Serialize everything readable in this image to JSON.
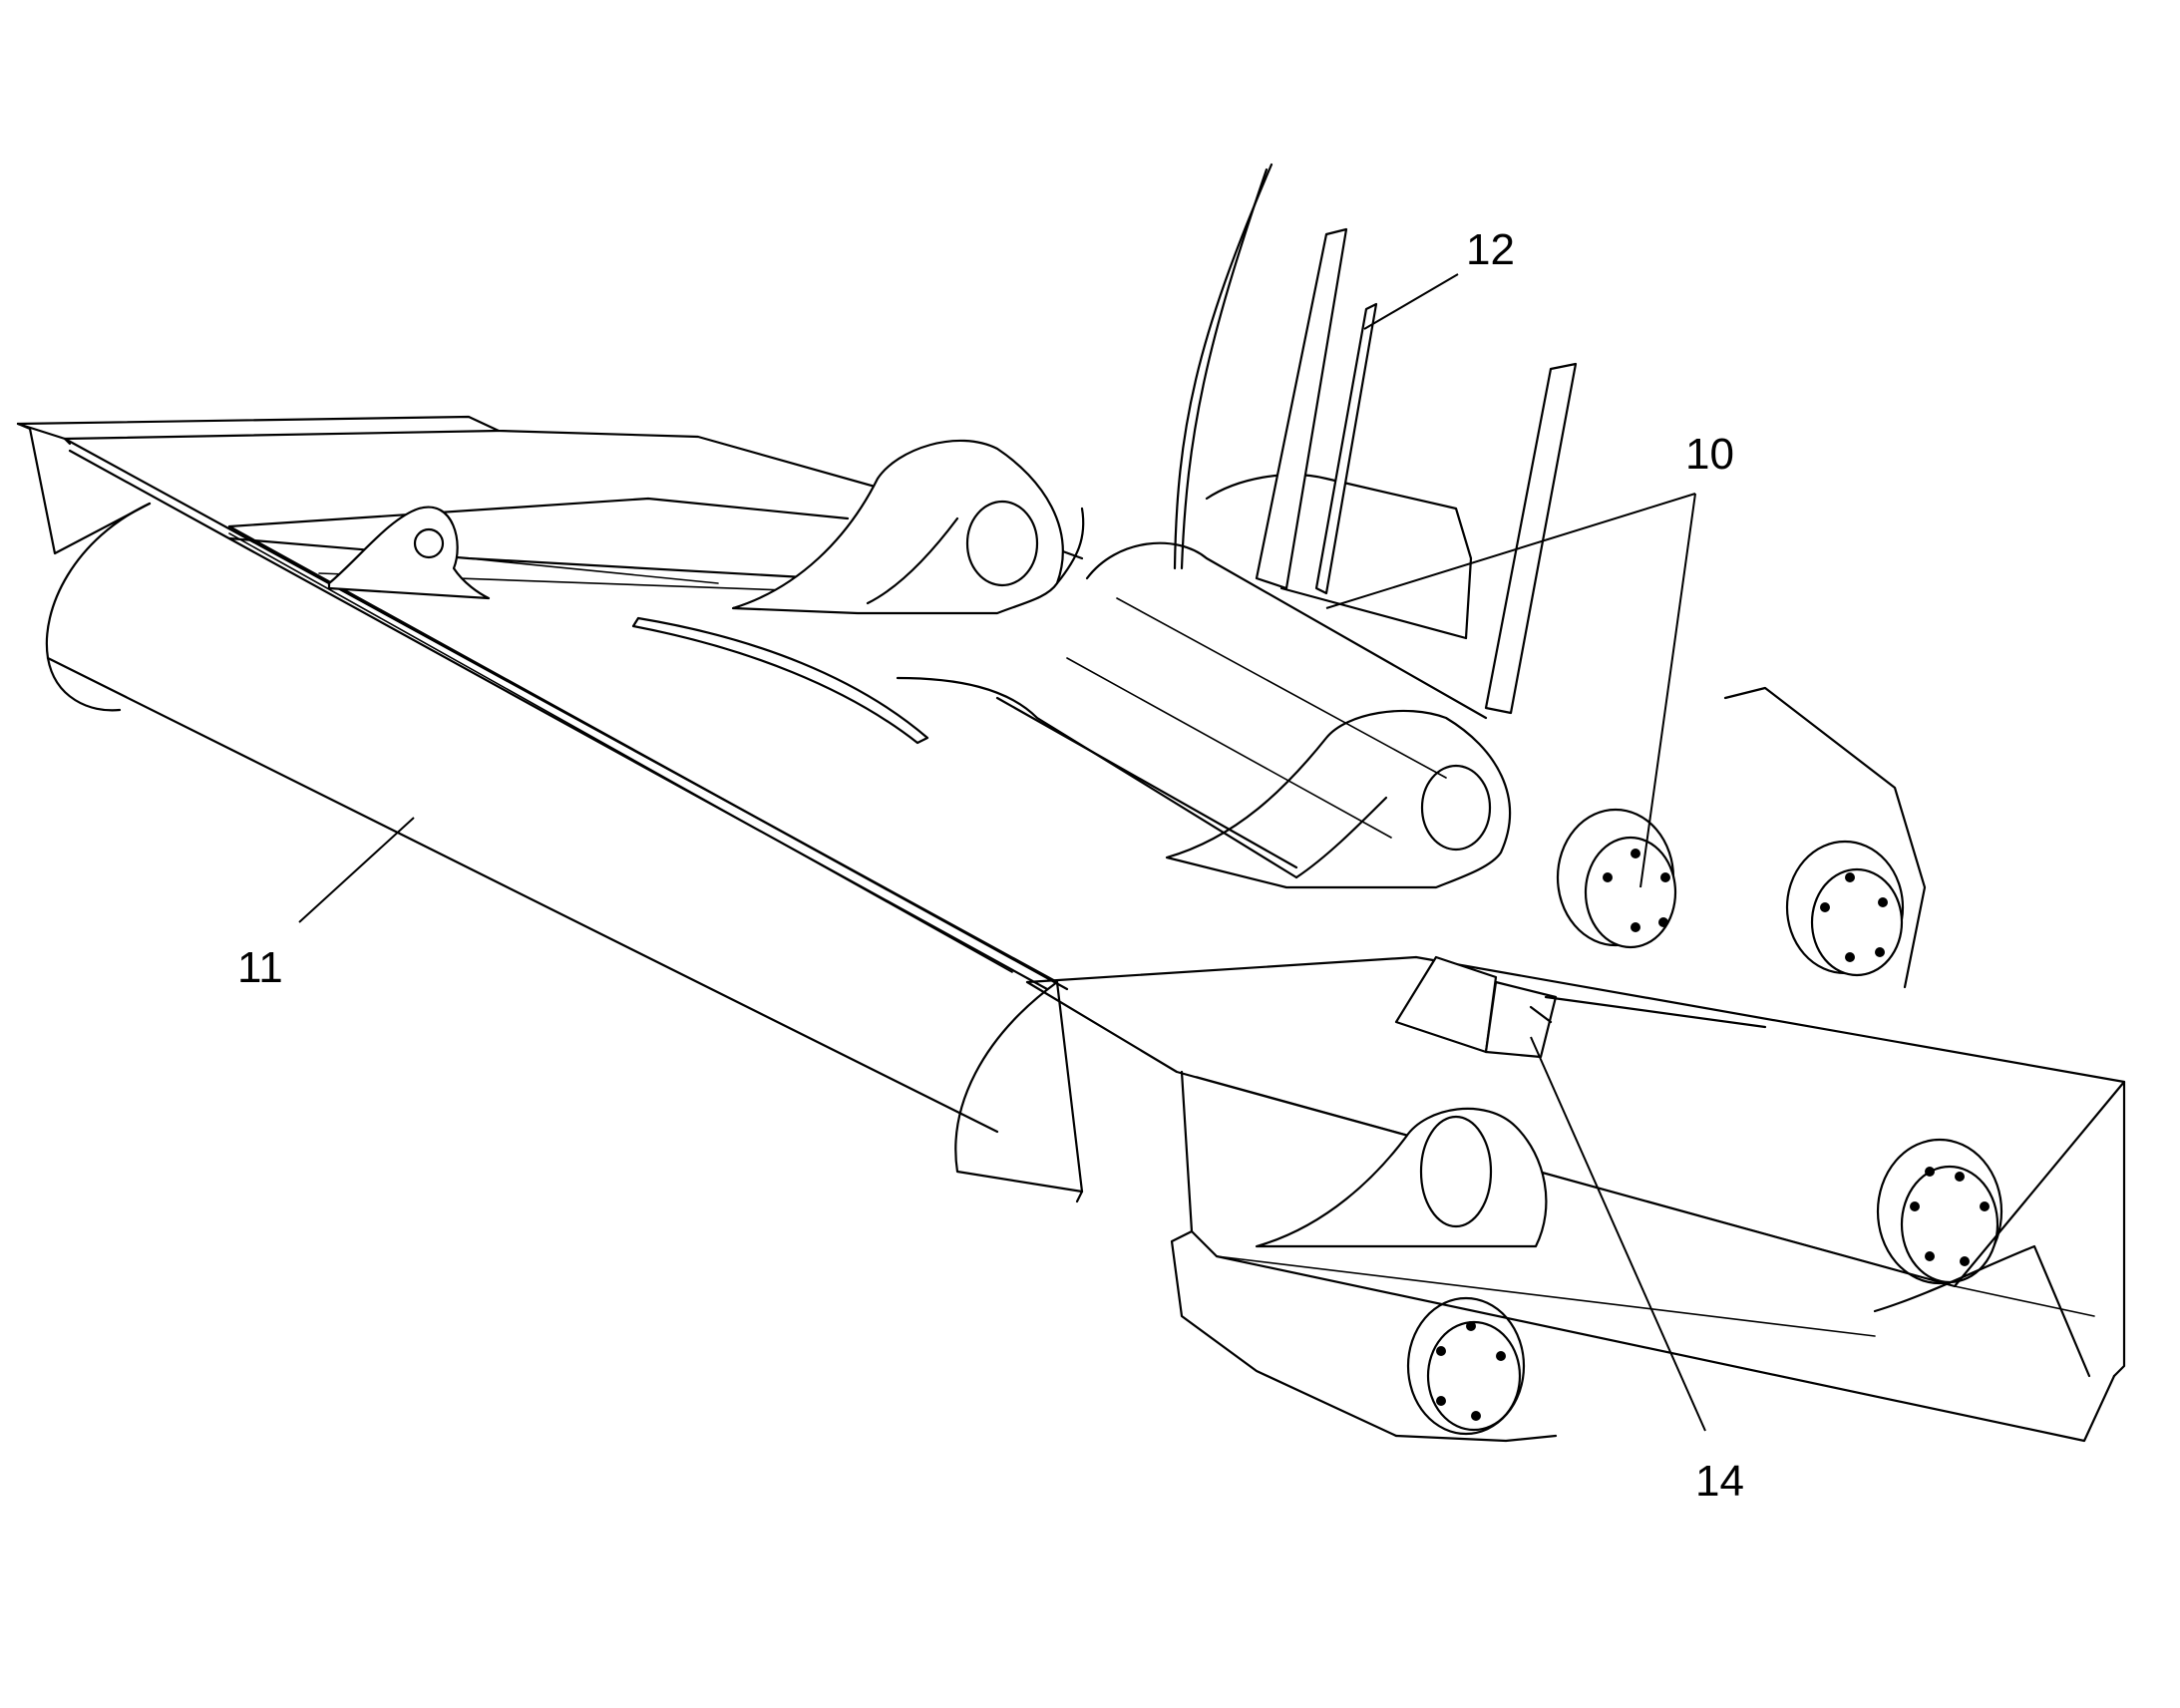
{
  "figure": {
    "reference_numerals": [
      {
        "id": "10",
        "label": "10"
      },
      {
        "id": "11",
        "label": "11"
      },
      {
        "id": "12",
        "label": "12"
      },
      {
        "id": "14",
        "label": "14"
      }
    ]
  }
}
